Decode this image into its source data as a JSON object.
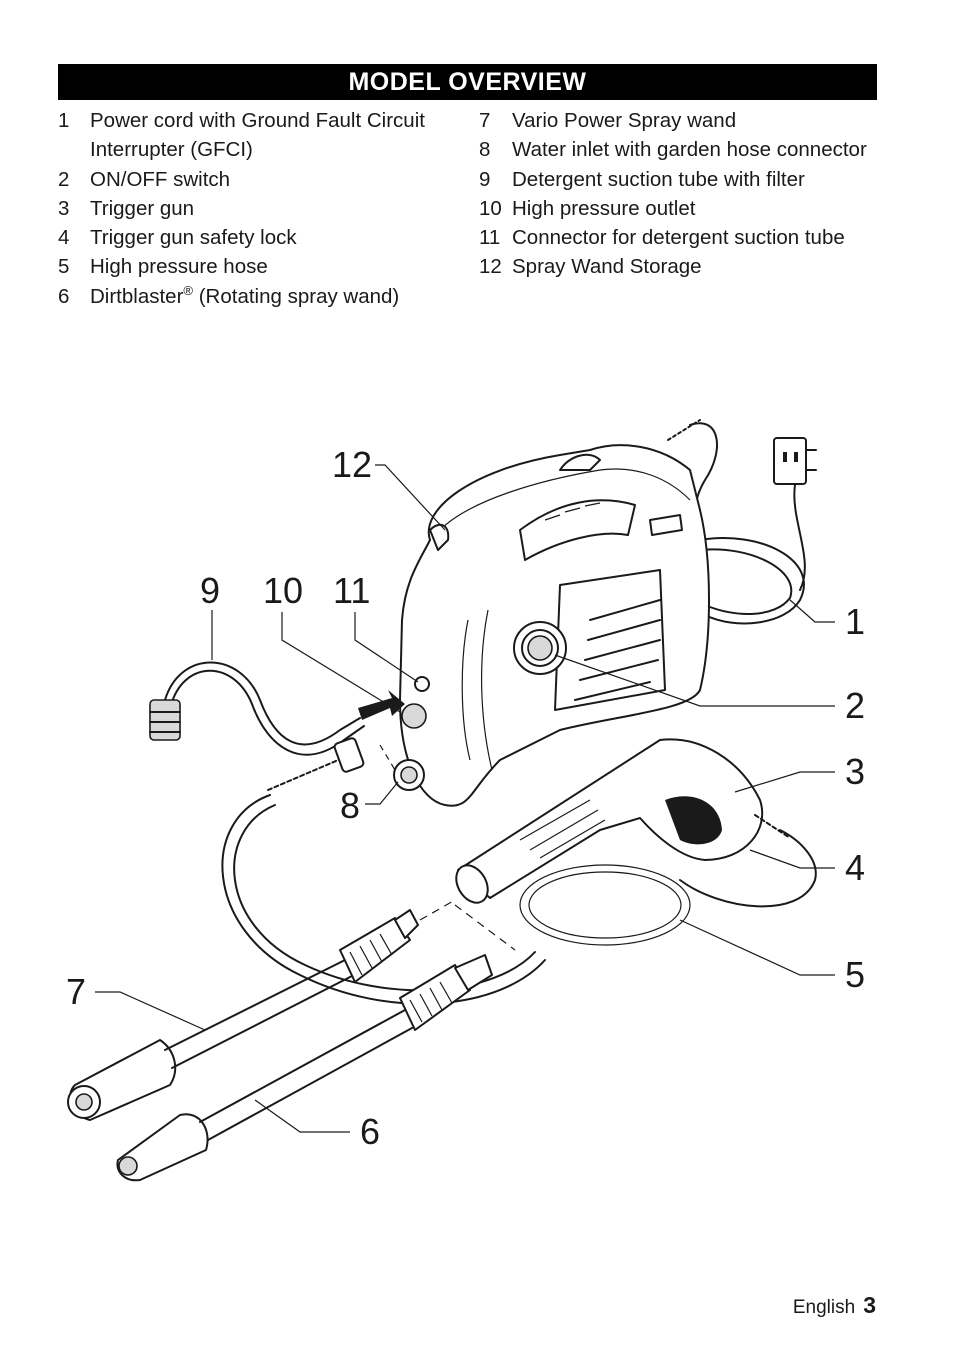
{
  "header": {
    "title": "MODEL OVERVIEW"
  },
  "parts_left": [
    {
      "num": "1",
      "label": "Power cord with Ground Fault Circuit Interrupter (GFCI)"
    },
    {
      "num": "2",
      "label": "ON/OFF switch"
    },
    {
      "num": "3",
      "label": "Trigger gun"
    },
    {
      "num": "4",
      "label": "Trigger gun safety lock"
    },
    {
      "num": "5",
      "label": "High pressure hose"
    },
    {
      "num": "6",
      "label": "Dirtblaster",
      "sup": "®",
      "suffix": " (Rotating spray wand)"
    }
  ],
  "parts_right": [
    {
      "num": "7",
      "label": "Vario Power Spray wand"
    },
    {
      "num": "8",
      "label": "Water inlet with garden hose connector"
    },
    {
      "num": "9",
      "label": "Detergent suction tube with filter"
    },
    {
      "num": "10",
      "label": "High pressure outlet"
    },
    {
      "num": "11",
      "label": "Connector for detergent suction tube"
    },
    {
      "num": "12",
      "label": "Spray Wand Storage"
    }
  ],
  "callouts": [
    "1",
    "2",
    "3",
    "4",
    "5",
    "6",
    "7",
    "8",
    "9",
    "10",
    "11",
    "12"
  ],
  "footer": {
    "language": "English",
    "page": "3"
  }
}
